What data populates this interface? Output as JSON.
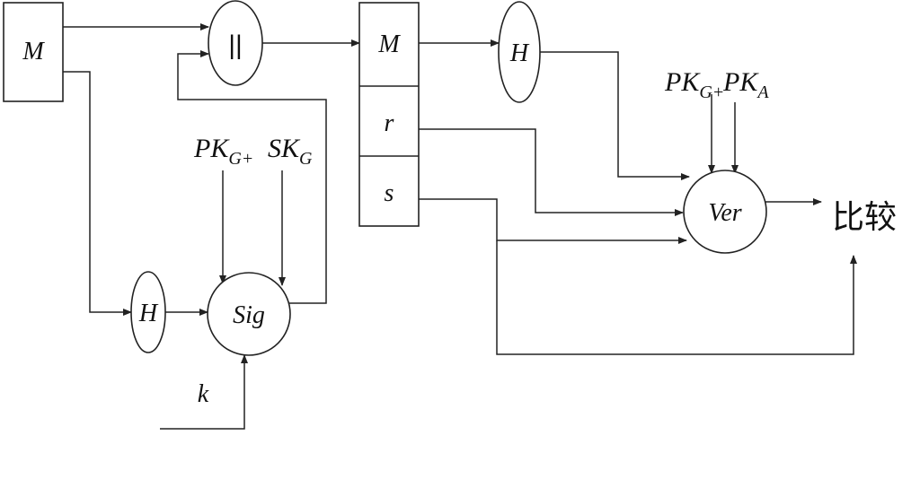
{
  "blocks": {
    "message": "M",
    "hash_top": "H",
    "concat": "||",
    "packet_m": "M",
    "packet_r": "r",
    "packet_s": "s",
    "hash_bottom": "H",
    "sig": "Sig",
    "ver": "Ver"
  },
  "keys": {
    "sig_pk_main": "PK",
    "sig_pk_sub": "G+",
    "sig_sk_main": "SK",
    "sig_sk_sub": "G",
    "ver_pk1_main": "PK",
    "ver_pk1_sub": "G+",
    "ver_pk2_main": "PK",
    "ver_pk2_sub": "A"
  },
  "labels": {
    "k": "k",
    "compare": "比较"
  }
}
